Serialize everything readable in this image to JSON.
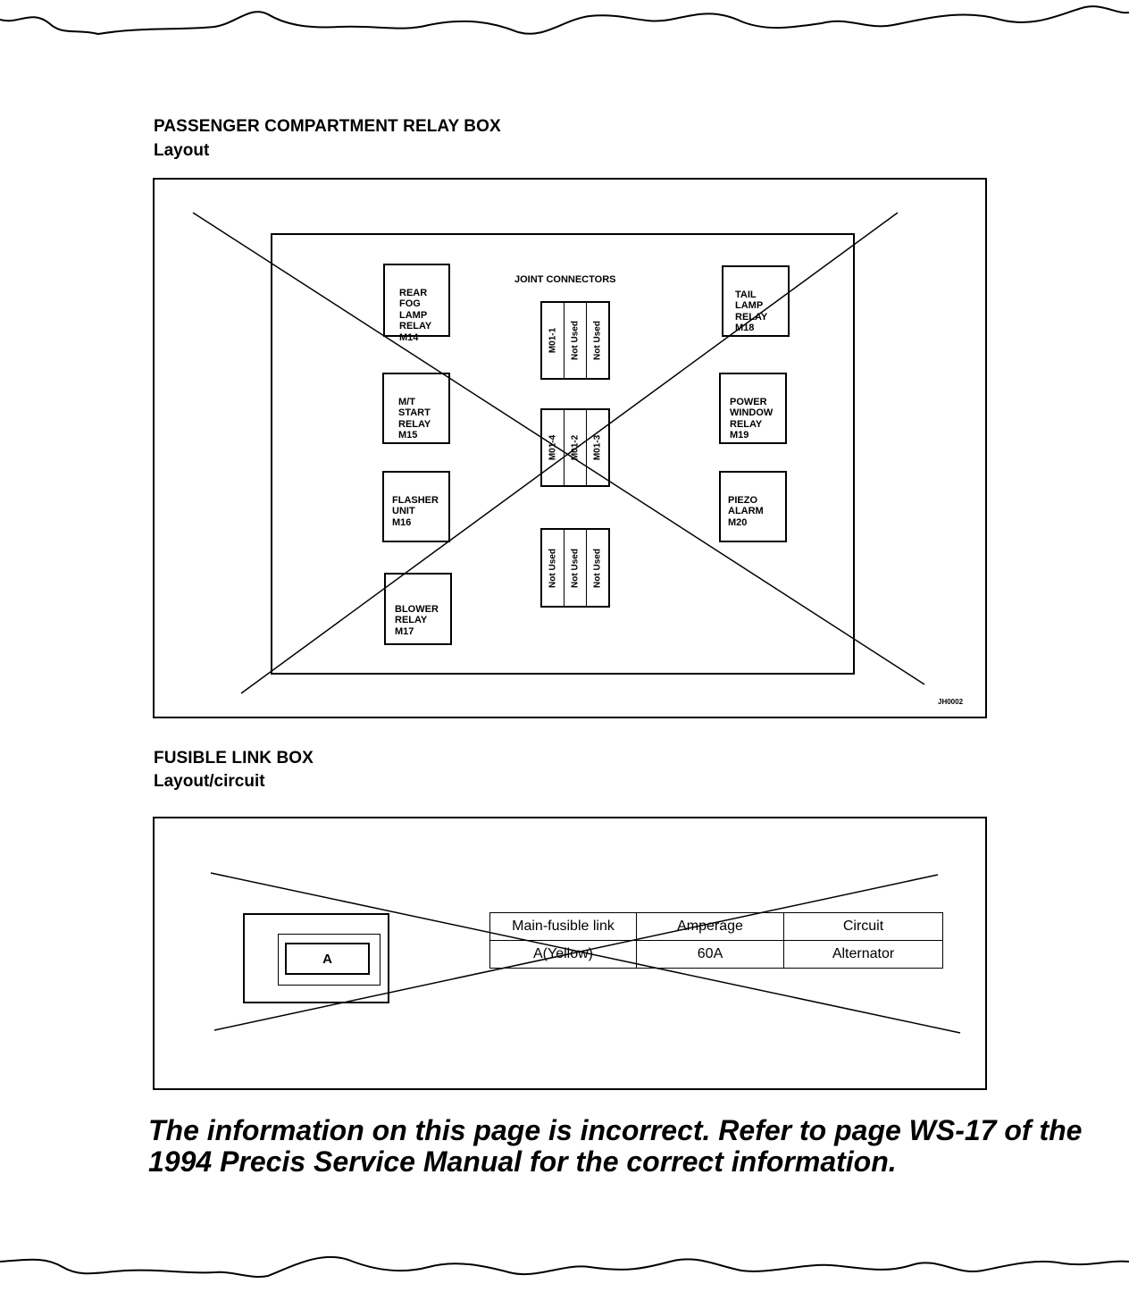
{
  "relay_box": {
    "title": "PASSENGER COMPARTMENT RELAY BOX",
    "subtitle": "Layout",
    "joint_connectors_label": "JOINT CONNECTORS",
    "relays": [
      {
        "name": "REAR\nFOG\nLAMP\nRELAY",
        "code": "M14"
      },
      {
        "name": "M/T\nSTART\nRELAY",
        "code": "M15"
      },
      {
        "name": "FLASHER\nUNIT",
        "code": "M16"
      },
      {
        "name": "BLOWER\nRELAY",
        "code": "M17"
      },
      {
        "name": "TAIL\nLAMP\nRELAY",
        "code": "M18"
      },
      {
        "name": "POWER\nWINDOW\nRELAY",
        "code": "M19"
      },
      {
        "name": "PIEZO\nALARM",
        "code": "M20"
      }
    ],
    "connectors": [
      [
        "M01-1",
        "Not Used",
        "Not Used"
      ],
      [
        "M01-4",
        "M01-2",
        "M01-3"
      ],
      [
        "Not Used",
        "Not Used",
        "Not Used"
      ]
    ],
    "figure_code": "JH0002"
  },
  "fusible_link_box": {
    "title": "FUSIBLE LINK BOX",
    "subtitle": "Layout/circuit",
    "fuse_label": "A",
    "table": {
      "headers": [
        "Main-fusible link",
        "Amperage",
        "Circuit"
      ],
      "rows": [
        [
          "A(Yellow)",
          "60A",
          "Alternator"
        ]
      ]
    }
  },
  "notice": "The information on this page is incorrect. Refer to page WS-17 of the 1994 Precis Service Manual for the correct information."
}
